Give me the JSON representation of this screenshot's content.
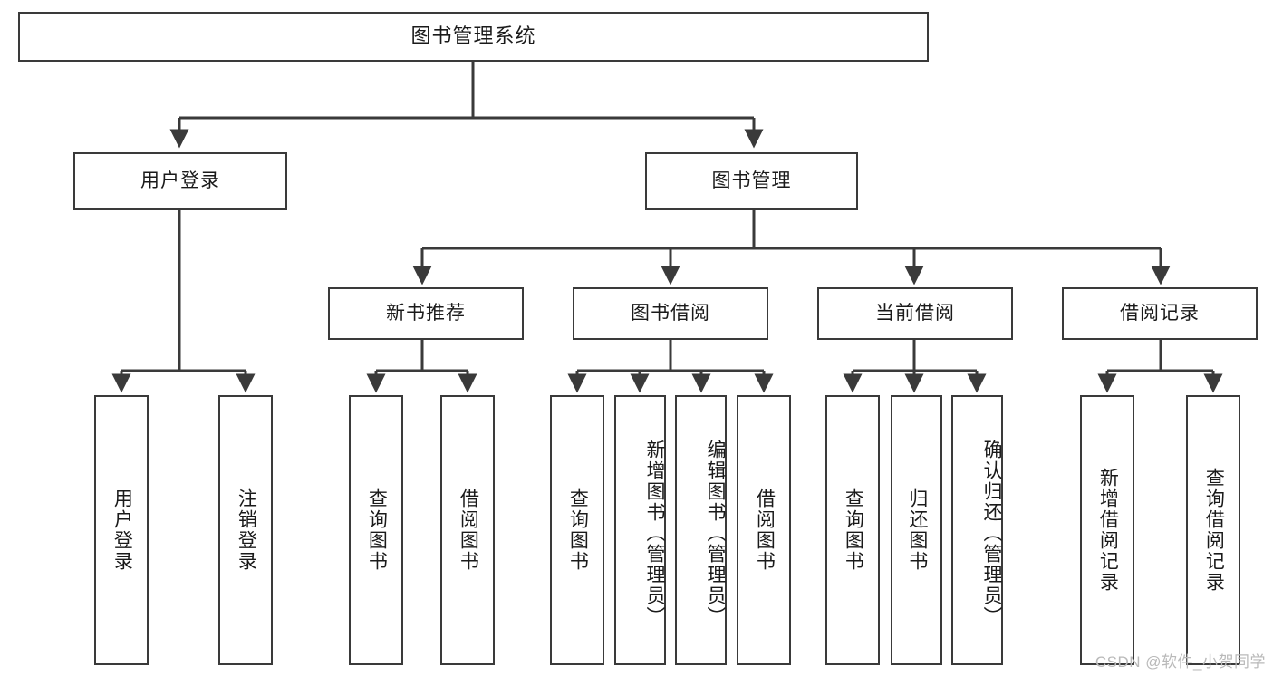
{
  "diagram": {
    "type": "tree",
    "title": "图书管理系统",
    "watermark": "CSDN @软件_小贺同学",
    "colors": {
      "border": "#3a3a3a",
      "background": "#ffffff",
      "text": "#1a1a1a",
      "watermark": "#b9b9b9"
    },
    "nodes": {
      "root": "图书管理系统",
      "level2": {
        "user_login": "用户登录",
        "book_manage": "图书管理"
      },
      "level3": {
        "new_book_recommend": "新书推荐",
        "book_borrow": "图书借阅",
        "current_borrow": "当前借阅",
        "borrow_record": "借阅记录"
      },
      "leaves": {
        "user_login_1": "用户登录",
        "user_login_2": "注销登录",
        "new_book_1": "查询图书",
        "new_book_2": "借阅图书",
        "book_borrow_1": "查询图书",
        "book_borrow_2": "新增图书（管理员）",
        "book_borrow_3": "编辑图书（管理员）",
        "book_borrow_4": "借阅图书",
        "current_borrow_1": "查询图书",
        "current_borrow_2": "归还图书",
        "current_borrow_3": "确认归还（管理员）",
        "borrow_record_1": "新增借阅记录",
        "borrow_record_2": "查询借阅记录"
      }
    }
  }
}
